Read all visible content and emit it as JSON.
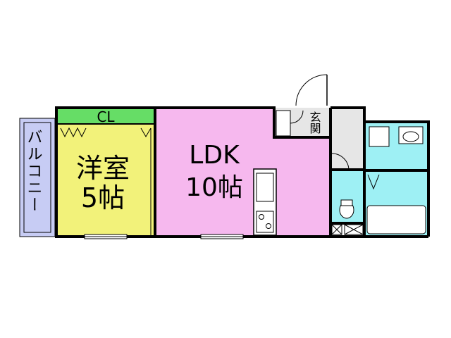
{
  "floorplan": {
    "balcony": {
      "label": "バルコニー"
    },
    "closet": {
      "label": "CL"
    },
    "western_room": {
      "name": "洋室",
      "size": "5帖"
    },
    "ldk": {
      "name": "LDK",
      "size": "10帖"
    },
    "entrance": {
      "label": "玄関"
    }
  },
  "colors": {
    "western_room": "#f2f27a",
    "closet": "#66dd66",
    "ldk": "#f6b8ee",
    "wet_area": "#9ef0f4",
    "balcony": "#c7ccf4",
    "entrance": "#e6e6e6",
    "wall": "#000000"
  }
}
